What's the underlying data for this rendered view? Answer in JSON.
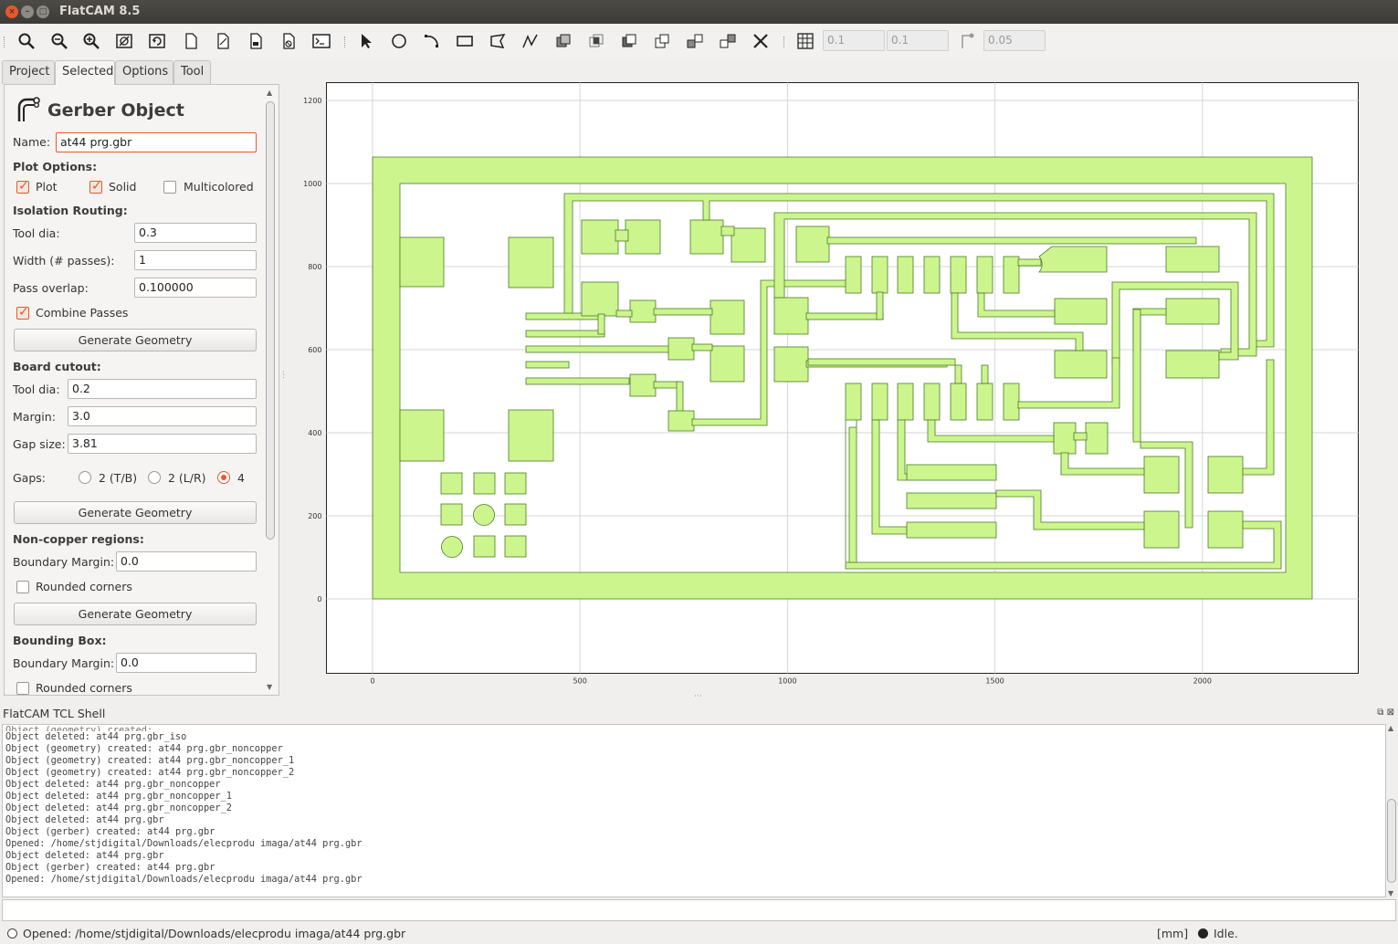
{
  "window": {
    "title": "FlatCAM 8.5"
  },
  "toolbar": {
    "grid_x": "0.1",
    "grid_y": "0.1",
    "snap_max": "0.05"
  },
  "tabs": [
    {
      "label": "Project"
    },
    {
      "label": "Selected"
    },
    {
      "label": "Options"
    },
    {
      "label": "Tool"
    }
  ],
  "panel": {
    "header": "Gerber Object",
    "name_label": "Name:",
    "name_value": "at44 prg.gbr",
    "plot_options_label": "Plot Options:",
    "plot_label": "Plot",
    "solid_label": "Solid",
    "multicolored_label": "Multicolored",
    "isolation_label": "Isolation Routing:",
    "iso_tool_dia_label": "Tool dia:",
    "iso_tool_dia_value": "0.3",
    "iso_width_label": "Width (# passes):",
    "iso_width_value": "1",
    "iso_overlap_label": "Pass overlap:",
    "iso_overlap_value": "0.100000",
    "combine_label": "Combine Passes",
    "generate_label": "Generate Geometry",
    "cutout_label": "Board cutout:",
    "cut_tool_dia_label": "Tool dia:",
    "cut_tool_dia_value": "0.2",
    "cut_margin_label": "Margin:",
    "cut_margin_value": "3.0",
    "cut_gap_label": "Gap size:",
    "cut_gap_value": "3.81",
    "gaps_label": "Gaps:",
    "gap_tb": "2 (T/B)",
    "gap_lr": "2 (L/R)",
    "gap_4": "4",
    "noncopper_label": "Non-copper regions:",
    "nc_margin_label": "Boundary Margin:",
    "nc_margin_value": "0.0",
    "nc_rounded_label": "Rounded corners",
    "bbox_label": "Bounding Box:",
    "bb_margin_label": "Boundary Margin:",
    "bb_margin_value": "0.0",
    "bb_rounded_label": "Rounded corners"
  },
  "plot": {
    "x_ticks": [
      "0",
      "500",
      "1000",
      "1500",
      "2000"
    ],
    "y_ticks": [
      "0",
      "200",
      "400",
      "600",
      "800",
      "1000",
      "1200"
    ],
    "copper_color": "#cdf58e",
    "outline_color": "#4a7a25"
  },
  "shell": {
    "title": "FlatCAM TCL Shell",
    "lines": [
      "Object deleted: at44 prg.gbr_iso",
      "Object (geometry) created: at44 prg.gbr_noncopper",
      "Object (geometry) created: at44 prg.gbr_noncopper_1",
      "Object (geometry) created: at44 prg.gbr_noncopper_2",
      "Object deleted: at44 prg.gbr_noncopper",
      "Object deleted: at44 prg.gbr_noncopper_1",
      "Object deleted: at44 prg.gbr_noncopper_2",
      "Object deleted: at44 prg.gbr",
      "Object (gerber) created: at44 prg.gbr",
      "Opened: /home/stjdigital/Downloads/elecprodu imaga/at44 prg.gbr",
      "Object deleted: at44 prg.gbr",
      "Object (gerber) created: at44 prg.gbr",
      "Opened: /home/stjdigital/Downloads/elecprodu imaga/at44 prg.gbr"
    ]
  },
  "status": {
    "message": "Opened: /home/stjdigital/Downloads/elecprodu imaga/at44 prg.gbr",
    "units": "[mm]",
    "state": "Idle."
  }
}
